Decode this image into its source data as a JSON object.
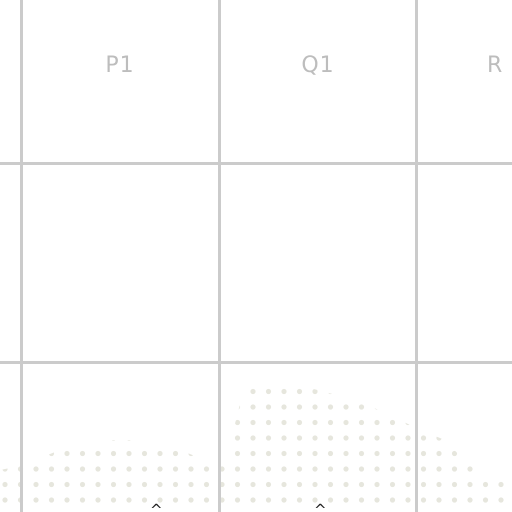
{
  "map": {
    "grid_labels": {
      "p1": "P1",
      "q1": "Q1",
      "r1": "R"
    },
    "terrain": {
      "pattern": "dotted",
      "dot_color": "#e6e6dd"
    },
    "markers": {
      "peak_symbol": "^"
    },
    "colors": {
      "background": "#ffffff",
      "grid_line": "#cbcbcb",
      "label": "#bdbdbd"
    }
  }
}
